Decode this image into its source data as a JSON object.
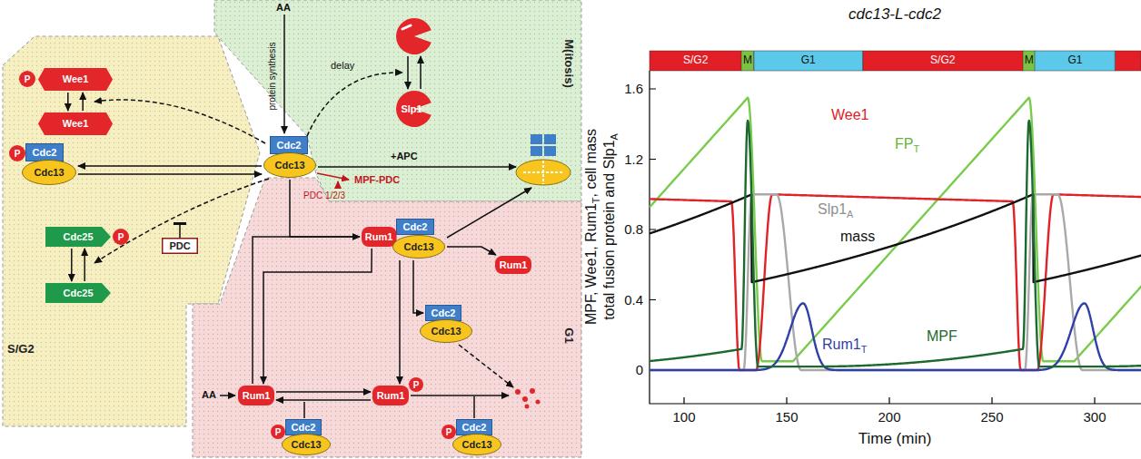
{
  "diagram": {
    "title": "cdc13-L-cdc2",
    "nodes": [
      {
        "text": [
          "S/G2"
        ]
      },
      {
        "text": [
          "M(itosis)"
        ]
      },
      {
        "text": [
          "G1"
        ]
      },
      {
        "text": [
          "P"
        ],
        "in": 0
      },
      {
        "text": [
          "Wee1"
        ],
        "in": 0
      },
      {
        "text": [
          "Wee1"
        ],
        "in": 0
      },
      {
        "text": [
          "P"
        ],
        "in": 0
      },
      {
        "text": [
          "Cdc2"
        ],
        "in": 0
      },
      {
        "text": [
          "Cdc13"
        ],
        "in": 0
      },
      {
        "text": [
          "Cdc25"
        ],
        "in": 0
      },
      {
        "text": [
          "P"
        ],
        "in": 0
      },
      {
        "text": [
          "PDC"
        ],
        "in": 0
      },
      {
        "text": [
          "Cdc25"
        ],
        "in": 0
      },
      {
        "text": [
          "Cdc2"
        ]
      },
      {
        "text": [
          "Cdc13"
        ]
      },
      {
        "text": [
          "Slp1"
        ],
        "in": 1
      },
      {
        "text": [
          "Rum1"
        ],
        "in": 2
      },
      {
        "text": [
          "Cdc2"
        ],
        "in": 2
      },
      {
        "text": [
          "Cdc13"
        ],
        "in": 2
      },
      {
        "text": [
          "Rum1"
        ],
        "in": 2
      },
      {
        "text": [
          "Cdc2"
        ],
        "in": 2
      },
      {
        "text": [
          "Cdc13"
        ],
        "in": 2
      },
      {
        "text": [
          "Rum1"
        ],
        "in": 2
      },
      {
        "text": [
          "P"
        ],
        "in": 2
      },
      {
        "text": [
          "Cdc2"
        ],
        "in": 2
      },
      {
        "text": [
          "Cdc13"
        ],
        "in": 2
      },
      {
        "text": [
          "Rum1"
        ],
        "in": 2
      },
      {
        "text": [
          "P"
        ],
        "in": 2
      },
      {
        "text": [
          "P"
        ],
        "in": 2
      },
      {
        "text": [
          "Cdc2"
        ],
        "in": 2
      },
      {
        "text": [
          "Cdc13"
        ],
        "in": 2
      },
      {
        "text": [
          "S/G2"
        ]
      },
      {
        "text": [
          "M"
        ]
      },
      {
        "text": [
          "G1"
        ]
      },
      {
        "text": [
          "S/G2"
        ]
      },
      {
        "text": [
          "M"
        ]
      },
      {
        "text": [
          "G1"
        ]
      }
    ],
    "edges": [
      {
        "from": 4,
        "to": 5,
        "arrow": "to"
      },
      {
        "from": 5,
        "to": 4,
        "arrow": "to"
      },
      {
        "from": 14,
        "to": 8,
        "arrow": "to"
      },
      {
        "from": 8,
        "to": 14,
        "arrow": "to"
      },
      {
        "from": 9,
        "to": 12,
        "arrow": "to"
      },
      {
        "from": 12,
        "to": 9,
        "arrow": "to"
      },
      {
        "from": 14,
        "to": 16,
        "arrow": "to"
      },
      {
        "from": 22,
        "to": 16,
        "arrow": "to"
      },
      {
        "from": 16,
        "to": 22,
        "arrow": "to"
      },
      {
        "from": 18,
        "to": 26,
        "arrow": "to"
      },
      {
        "from": 18,
        "to": 20,
        "arrow": "to"
      },
      {
        "from": 18,
        "to": 19,
        "arrow": "to"
      },
      {
        "from": 22,
        "to": 26,
        "arrow": "to"
      },
      {
        "from": 26,
        "to": 22,
        "arrow": "to"
      }
    ],
    "labels": [
      "AA",
      "protein synthesis",
      "delay",
      "+APC",
      "MPF-PDC",
      "PDC 1/2/3",
      "AA",
      "MPF, Wee1, Rum1",
      "T",
      ", cell mass",
      "total fusion protein and Slp1",
      "A",
      "1.6",
      "1.2",
      "0.8",
      "0.4",
      "0",
      "100",
      "150",
      "200",
      "250",
      "300",
      "Time (min)",
      "Wee1",
      "FP",
      "T",
      "Slp1",
      "A",
      "mass",
      "Rum1",
      "T",
      "MPF"
    ]
  }
}
